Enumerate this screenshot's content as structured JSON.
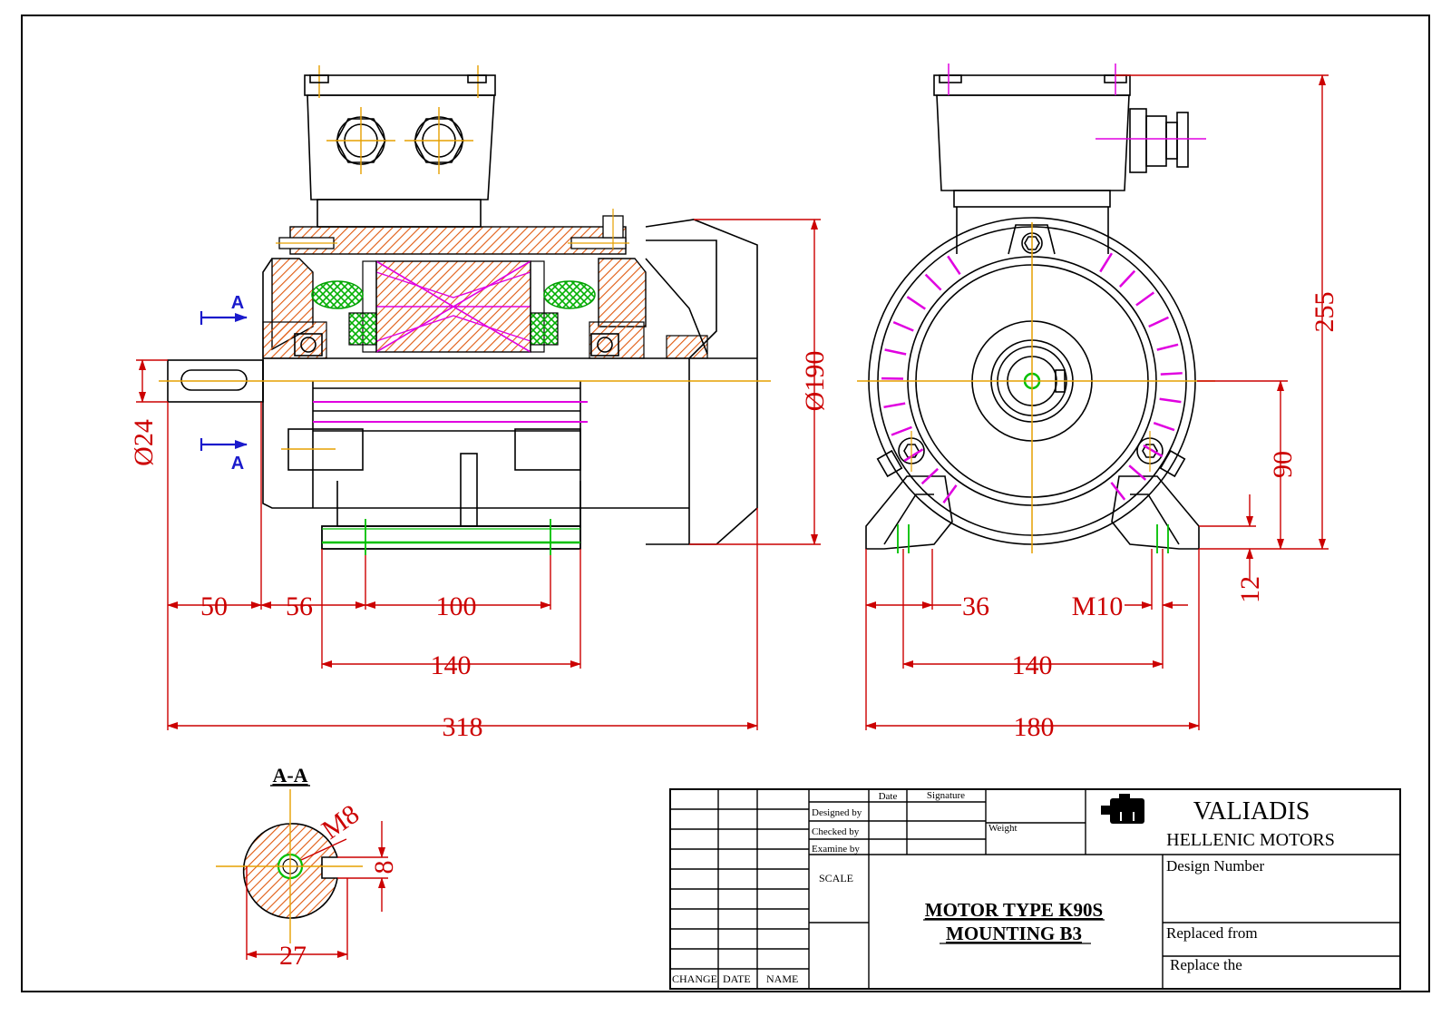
{
  "dimensions": {
    "shaft_dia": "Ø24",
    "frame_dia": "Ø190",
    "d50": "50",
    "d56": "56",
    "d100": "100",
    "d140_side": "140",
    "d318": "318",
    "d36": "36",
    "m10": "M10",
    "d140_front": "140",
    "d180": "180",
    "d255": "255",
    "d90": "90",
    "d12": "12",
    "m8": "M8",
    "d8": "8",
    "d27": "27"
  },
  "section": {
    "marker": "A",
    "title": "A-A"
  },
  "title_block": {
    "col_date": "Date",
    "col_signature": "Signature",
    "designed_by": "Designed by",
    "checked_by": "Checked by",
    "examine_by": "Examine by",
    "weight": "Weight",
    "scale": "SCALE",
    "change": "CHANGE",
    "date": "DATE",
    "name": "NAME",
    "company_line1": "VALIADIS",
    "company_line2": "HELLENIC MOTORS",
    "logo_icon": "motor-logo-icon",
    "title_line1": "MOTOR TYPE K90S",
    "title_line2": "MOUNTING   B3",
    "design_number": "Design Number",
    "replaced_from": "Replaced from",
    "replace_the": "Replace the"
  },
  "colors": {
    "dimension": "#cc0000",
    "centerline": "#e6a000",
    "hatch": "#e05a10",
    "winding": "#e000e0",
    "green": "#00c000",
    "section_arrow": "#1a1acc"
  }
}
